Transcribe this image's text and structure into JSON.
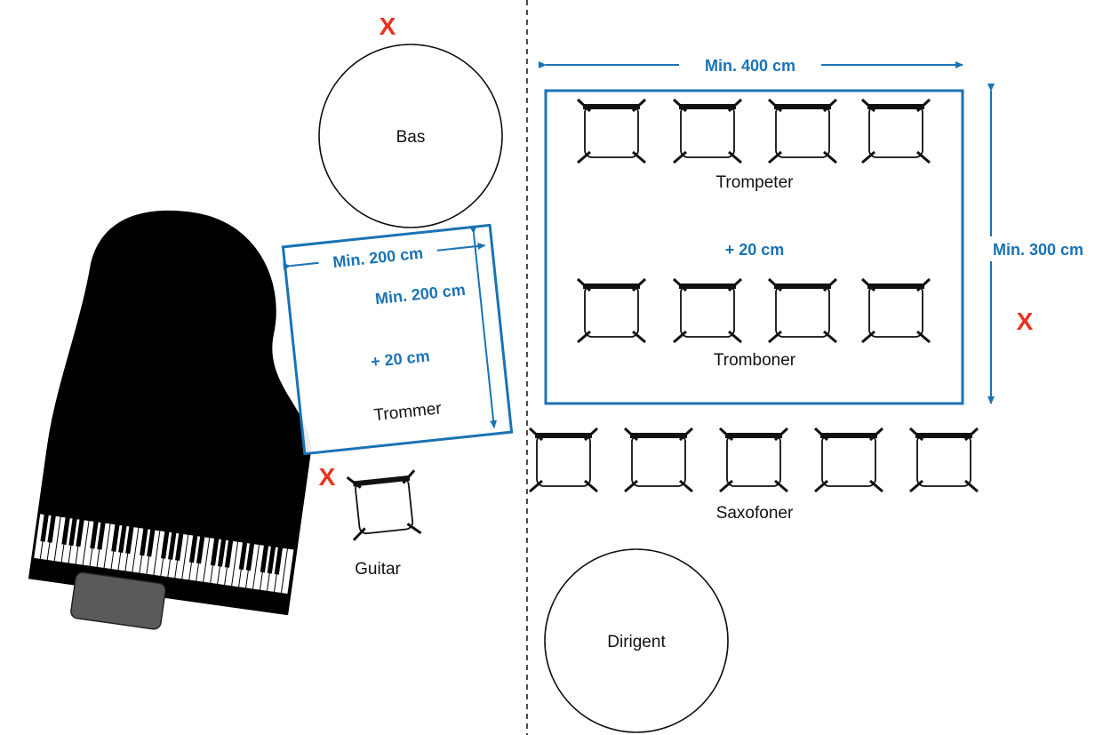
{
  "colors": {
    "dimension": "#1a73b5",
    "forbidden": "#e8311f",
    "piano": "#000000",
    "bench": "#5a5a5a",
    "ink": "#111111"
  },
  "labels": {
    "bas": "Bas",
    "dirigent": "Dirigent",
    "trommer": "Trommer",
    "guitar": "Guitar",
    "trompeter": "Trompeter",
    "tromboner": "Tromboner",
    "saxofoner": "Saxofoner"
  },
  "dimensions": {
    "horn_width": "Min. 400 cm",
    "horn_depth": "Min. 300 cm",
    "horn_spacing": "+ 20 cm",
    "drum_width": "Min. 200 cm",
    "drum_depth": "Min. 200 cm",
    "drum_spacing": "+ 20 cm"
  },
  "marks": {
    "x_top": "X",
    "x_right": "X",
    "x_drums": "X"
  },
  "icons": {
    "chair": "chair-icon",
    "piano": "grand-piano-icon",
    "bench": "piano-bench-icon"
  }
}
